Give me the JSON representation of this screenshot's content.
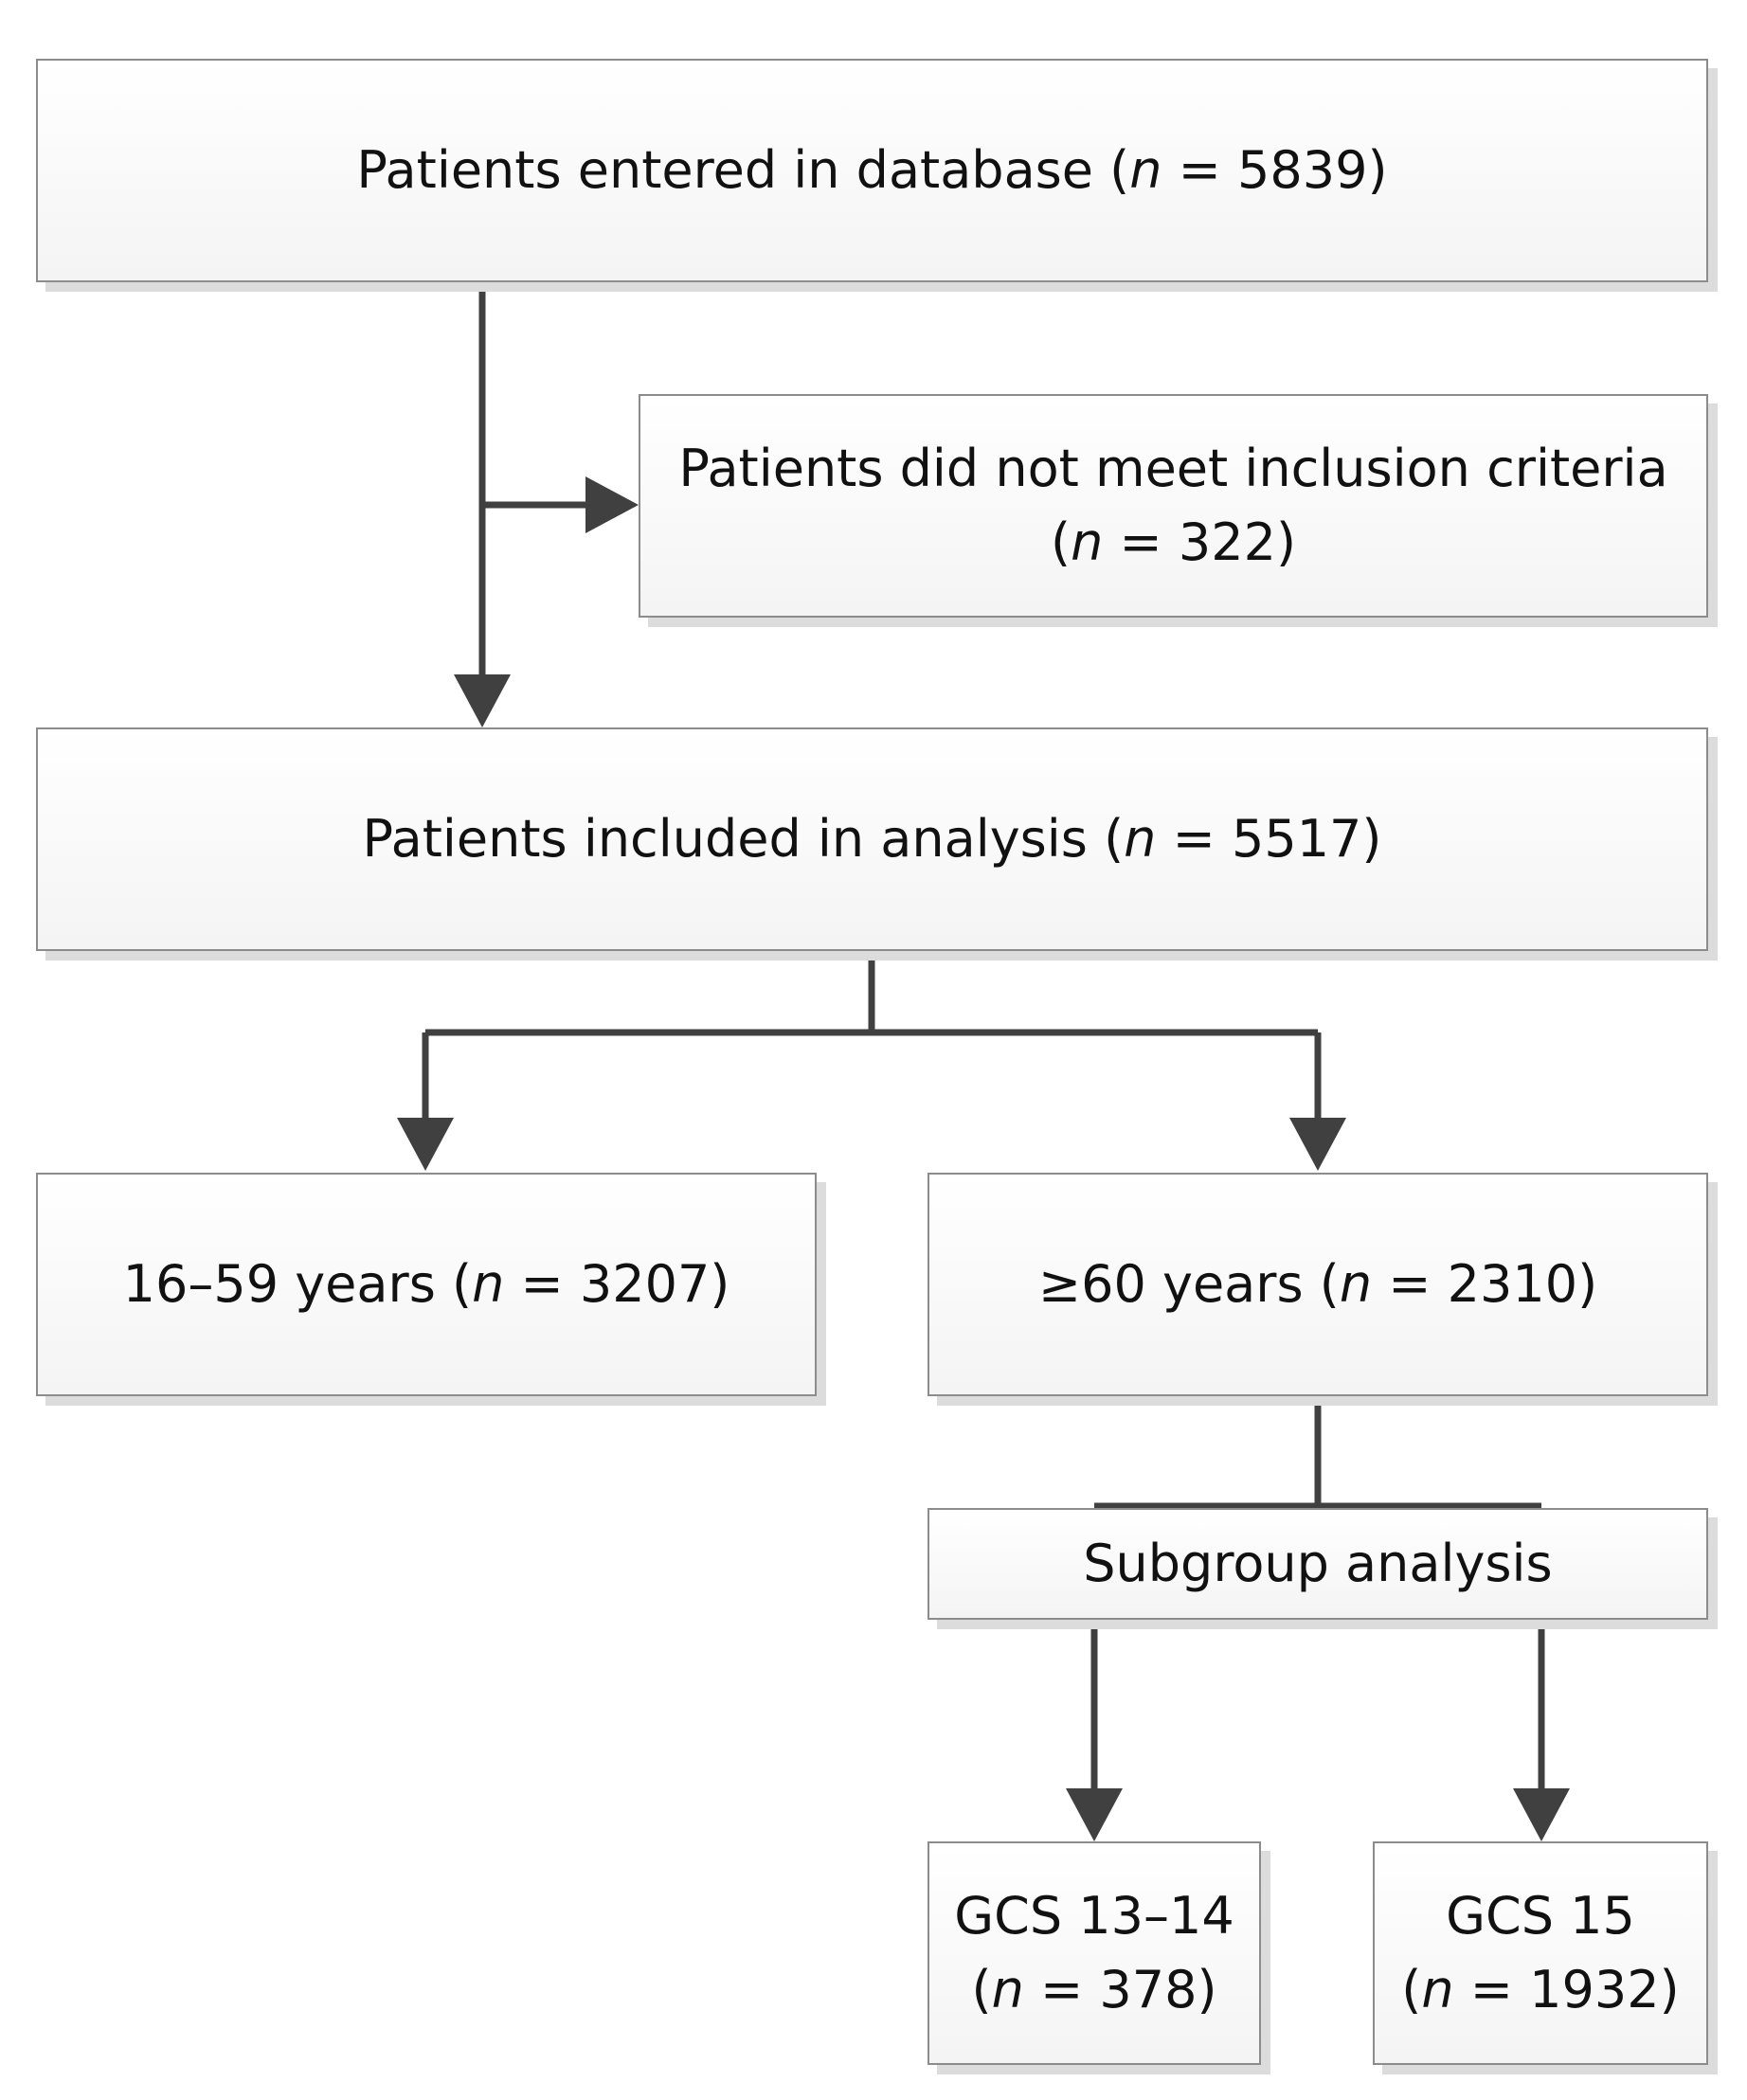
{
  "nodes": {
    "entered": {
      "line1_pre": "Patients entered in database (",
      "n_sym": "n",
      "line1_post": " = 5839)"
    },
    "excluded": {
      "line1": "Patients did not meet inclusion criteria",
      "line2_pre": "(",
      "n_sym": "n",
      "line2_post": " = 322)"
    },
    "included": {
      "line1_pre": "Patients included in analysis (",
      "n_sym": "n",
      "line1_post": " = 5517)"
    },
    "young": {
      "line1_pre": "16–59 years (",
      "n_sym": "n",
      "line1_post": " = 3207)"
    },
    "old": {
      "line1_pre": "≥60 years (",
      "n_sym": "n",
      "line1_post": " = 2310)"
    },
    "subgroup": {
      "line1": "Subgroup analysis"
    },
    "gcs1314": {
      "line1": "GCS 13–14",
      "line2_pre": "(",
      "n_sym": "n",
      "line2_post": " = 378)"
    },
    "gcs15": {
      "line1": "GCS 15",
      "line2_pre": "(",
      "n_sym": "n",
      "line2_post": " = 1932)"
    }
  },
  "colors": {
    "connector": "#404040",
    "box_border": "#8c8c8c",
    "box_shadow": "#dcdcdc"
  }
}
